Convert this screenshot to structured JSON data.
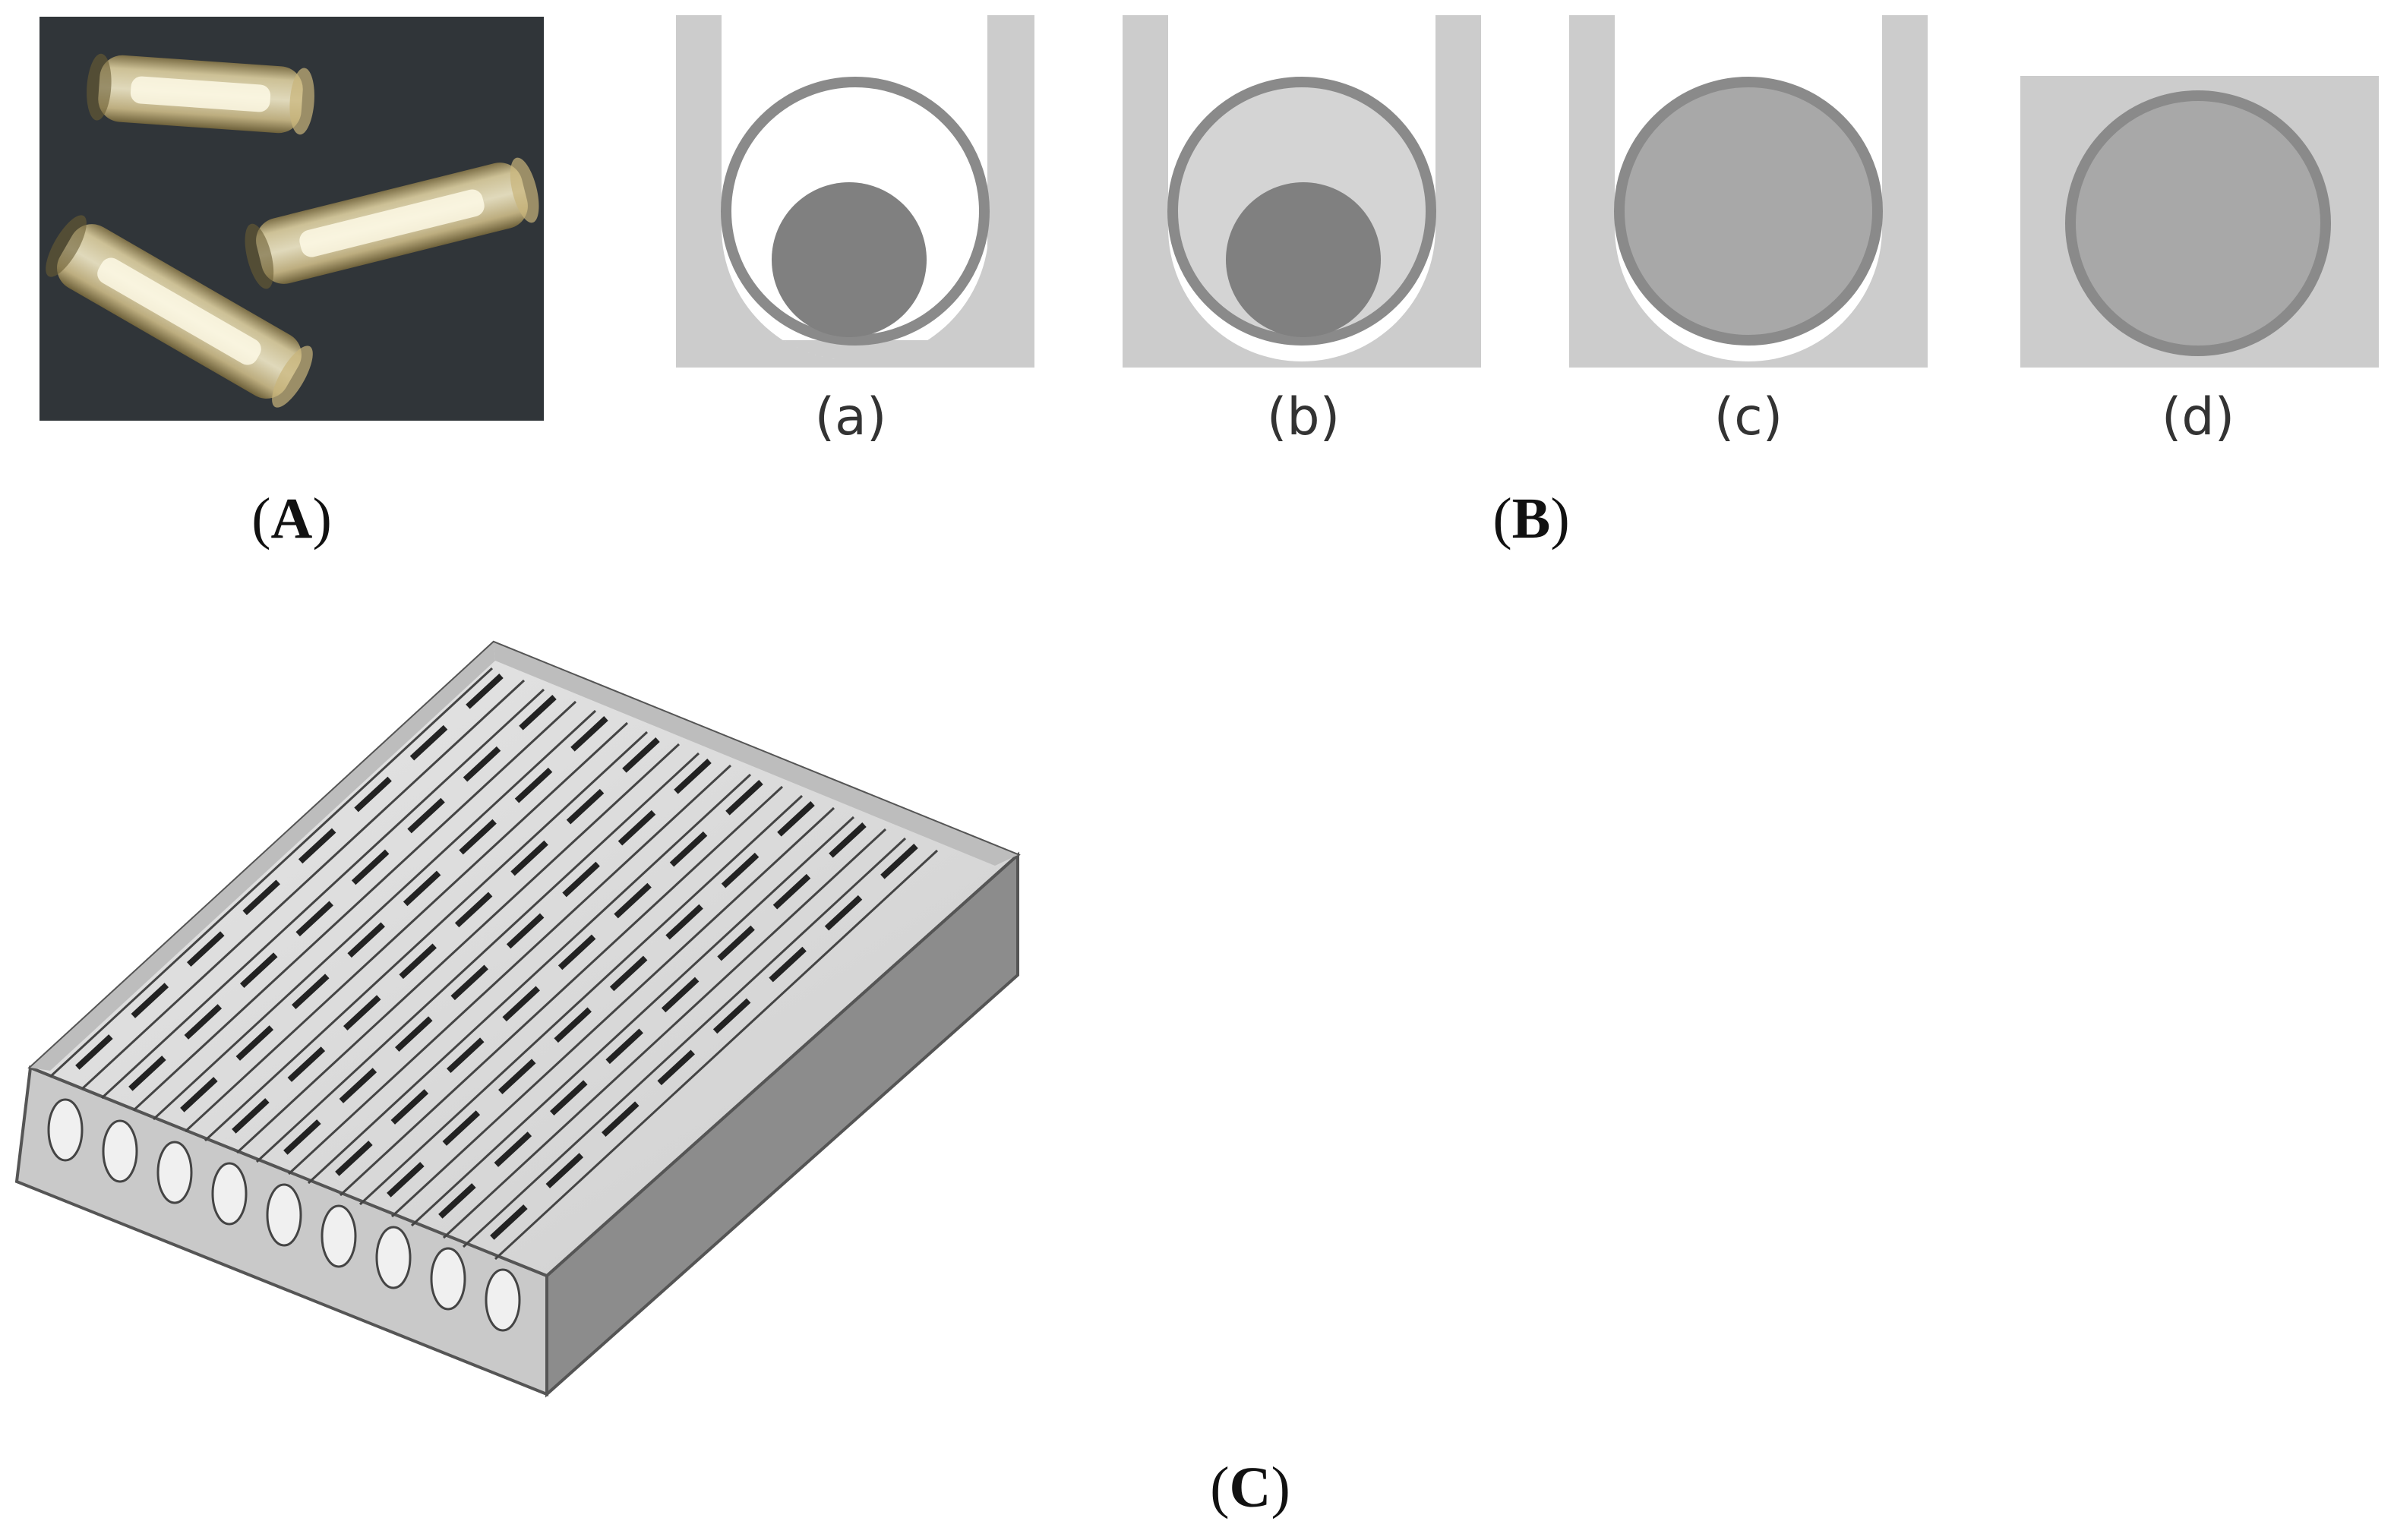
{
  "panels": {
    "A": {
      "label_open": "(",
      "letter": "A",
      "label_close": ")"
    },
    "B": {
      "label_open": "(",
      "letter": "B",
      "label_close": ")",
      "subfigures": [
        {
          "label": "(a)"
        },
        {
          "label": "(b)"
        },
        {
          "label": "(c)"
        },
        {
          "label": "(d)"
        }
      ]
    },
    "C": {
      "label_open": "(",
      "letter": "C",
      "label_close": ")"
    }
  },
  "colors": {
    "holder": "#cccccc",
    "tube_wall": "#8a8a8a",
    "sample": "#808080",
    "fill_medium": "#d4d4d4",
    "filled_sample": "#a8a8a8",
    "photo_background": "#2d3236",
    "block_top": "#dcdcdc",
    "block_side": "#8c8c8c",
    "block_front": "#c9c9c9"
  }
}
